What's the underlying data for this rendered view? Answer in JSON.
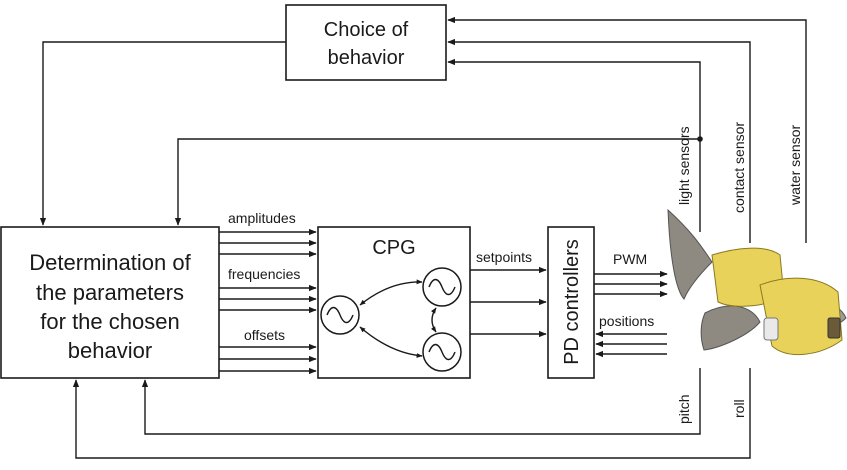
{
  "boxes": {
    "choice_line1": "Choice of",
    "choice_line2": "behavior",
    "determination_lines": [
      "Determination of",
      "the parameters",
      "for the chosen",
      "behavior"
    ],
    "cpg": "CPG",
    "pd": "PD controllers"
  },
  "signals": {
    "amplitudes": "amplitudes",
    "frequencies": "frequencies",
    "offsets": "offsets",
    "setpoints": "setpoints",
    "pwm": "PWM",
    "positions": "positions"
  },
  "sensors": {
    "light": "light sensors",
    "contact": "contact sensor",
    "water": "water sensor",
    "pitch": "pitch",
    "roll": "roll"
  },
  "colors": {
    "stroke": "#1a1a1a",
    "robot_body": "#e8d25a",
    "fins": "#8e8a82"
  }
}
